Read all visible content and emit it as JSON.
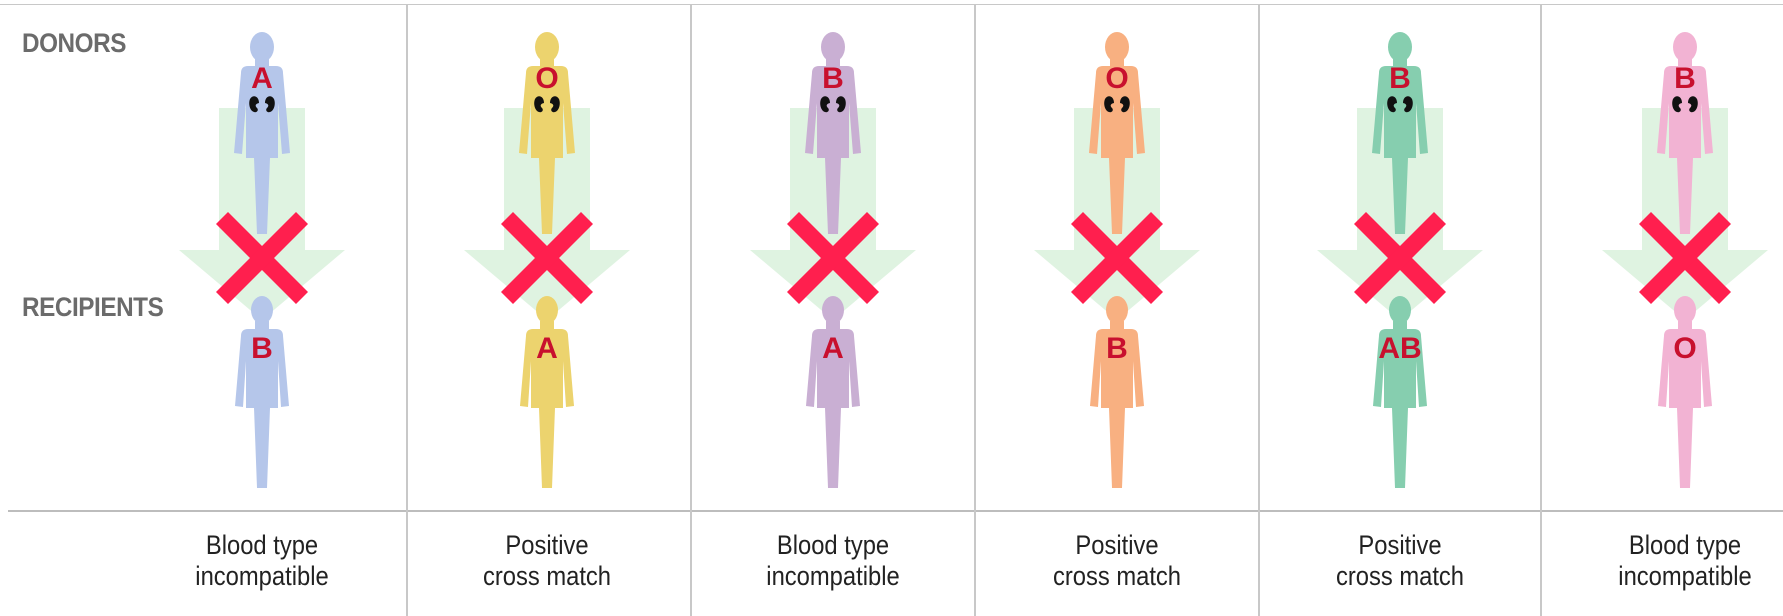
{
  "labels": {
    "donors": "DONORS",
    "recipients": "RECIPIENTS"
  },
  "pairs": [
    {
      "donor_type": "A",
      "recipient_type": "B",
      "caption_line1": "Blood type",
      "caption_line2": "incompatible",
      "color": "#b5c6ea"
    },
    {
      "donor_type": "O",
      "recipient_type": "A",
      "caption_line1": "Positive",
      "caption_line2": "cross match",
      "color": "#ecd36e"
    },
    {
      "donor_type": "B",
      "recipient_type": "A",
      "caption_line1": "Blood type",
      "caption_line2": "incompatible",
      "color": "#c9afd3"
    },
    {
      "donor_type": "O",
      "recipient_type": "B",
      "caption_line1": "Positive",
      "caption_line2": "cross match",
      "color": "#f8b081"
    },
    {
      "donor_type": "B",
      "recipient_type": "AB",
      "caption_line1": "Positive",
      "caption_line2": "cross match",
      "color": "#86ceaf"
    },
    {
      "donor_type": "B",
      "recipient_type": "O",
      "caption_line1": "Blood type",
      "caption_line2": "incompatible",
      "color": "#f2b3d3"
    }
  ],
  "colors": {
    "arrow": "#dff3e1",
    "cross": "#ff1f4e",
    "type_text": "#c8102e",
    "kidney": "#111111"
  },
  "icons": {
    "donor": "kidney-donor-figure-icon",
    "recipient": "recipient-figure-icon",
    "arrow": "down-arrow-icon",
    "cross": "x-mark-icon"
  }
}
